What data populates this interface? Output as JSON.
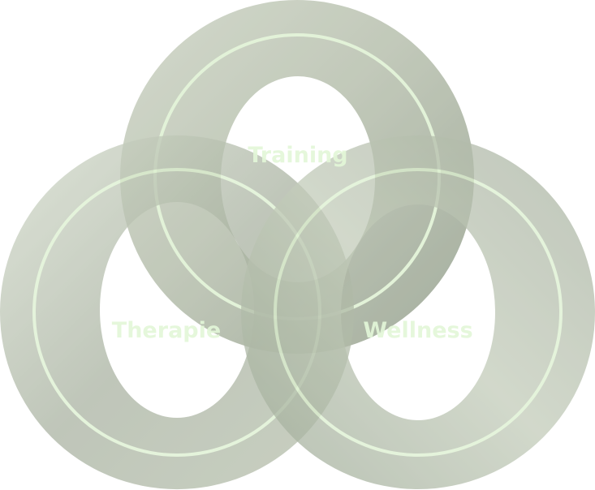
{
  "diagram": {
    "rings": [
      {
        "id": "training",
        "label": "Training"
      },
      {
        "id": "therapie",
        "label": "Therapie"
      },
      {
        "id": "wellness",
        "label": "Wellness"
      }
    ],
    "colors": {
      "ring_light": "#d3dccb",
      "ring_dark": "#8e9a86",
      "inner_line": "#dcefcf",
      "label": "#e3f7d8"
    }
  }
}
